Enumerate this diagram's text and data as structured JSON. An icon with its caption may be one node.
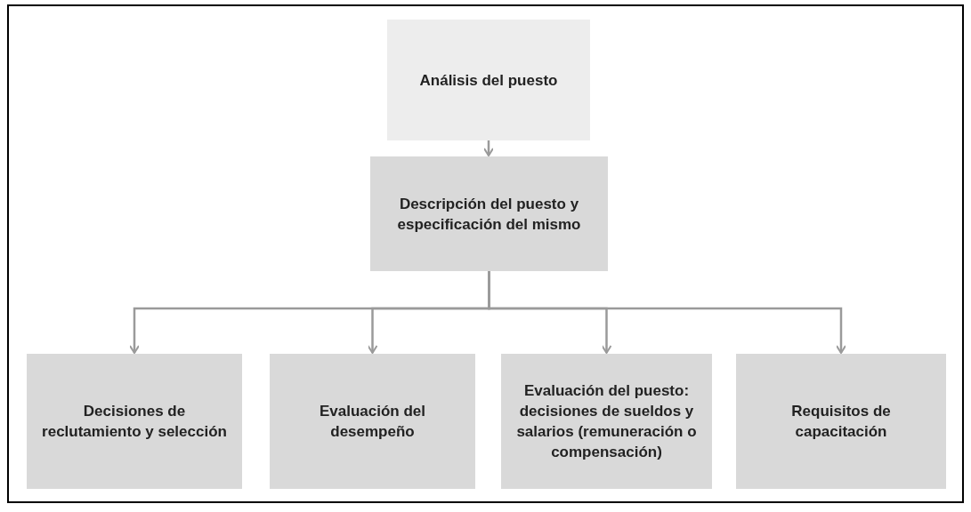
{
  "diagram": {
    "nodes": [
      {
        "text": [
          "Análisis del puesto"
        ]
      },
      {
        "text": [
          "Descripción del puesto y especificación del mismo"
        ]
      },
      {
        "text": [
          "Decisiones de reclutamiento y selección"
        ]
      },
      {
        "text": [
          "Evaluación del desempeño"
        ]
      },
      {
        "text": [
          "Evaluación del puesto: decisiones de sueldos y salarios (remuneración o compensación)"
        ]
      },
      {
        "text": [
          "Requisitos de capacitación"
        ]
      }
    ],
    "edges": [
      {
        "from": 0,
        "to": 1,
        "arrow": "to"
      },
      {
        "from": 1,
        "to": 2,
        "arrow": "to"
      },
      {
        "from": 1,
        "to": 3,
        "arrow": "to"
      },
      {
        "from": 1,
        "to": 4,
        "arrow": "to"
      },
      {
        "from": 1,
        "to": 5,
        "arrow": "to"
      }
    ]
  }
}
